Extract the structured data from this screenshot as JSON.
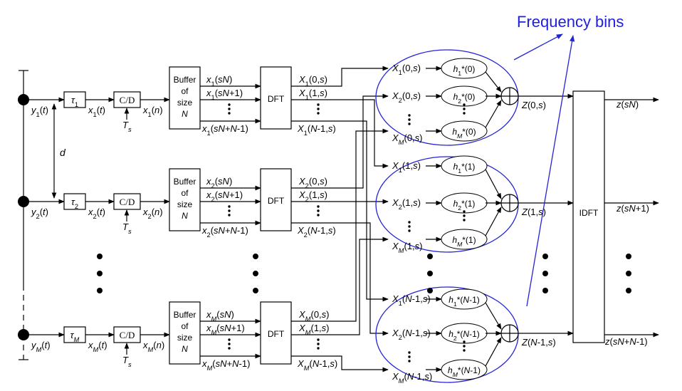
{
  "annotation": "Frequency bins",
  "sensor_labels": [
    "y1(t)",
    "y2(t)",
    "yM(t)"
  ],
  "delay_labels": [
    "τ1",
    "τ2",
    "τM"
  ],
  "spacing_label": "d",
  "cd_label": "C/D",
  "ts_label": "Ts",
  "buffer_lines": [
    "Buffer",
    "of",
    "size",
    "N"
  ],
  "dft_label": "DFT",
  "idft_label": "IDFT",
  "rows": [
    {
      "x_t": "x1(t)",
      "x_n": "x1(n)",
      "buf_out": [
        "x1(sN)",
        "x1(sN+1)",
        "x1(sN+N-1)"
      ],
      "dft_out": [
        "X1(0,s)",
        "X1(1,s)",
        "X1(N-1,s)"
      ]
    },
    {
      "x_t": "x2(t)",
      "x_n": "x2(n)",
      "buf_out": [
        "x2(sN)",
        "x2(sN+1)",
        "x2(sN+N-1)"
      ],
      "dft_out": [
        "X2(0,s)",
        "X2(1,s)",
        "X2(N-1,s)"
      ]
    },
    {
      "x_t": "xM(t)",
      "x_n": "xM(n)",
      "buf_out": [
        "xM(sN)",
        "xM(sN+1)",
        "xM(sN+N-1)"
      ],
      "dft_out": [
        "XM(0,s)",
        "XM(1,s)",
        "XM(N-1,s)"
      ]
    }
  ],
  "bins": [
    {
      "inputs": [
        "X1(0,s)",
        "X2(0,s)",
        "XM(0,s)"
      ],
      "weights": [
        "h1*(0)",
        "h2*(0)",
        "hM*(0)"
      ],
      "sum_out": "Z(0,s)"
    },
    {
      "inputs": [
        "X1(1,s)",
        "X2(1,s)",
        "XM(1,s)"
      ],
      "weights": [
        "h1*(1)",
        "h2*(1)",
        "hM*(1)"
      ],
      "sum_out": "Z(1,s)"
    },
    {
      "inputs": [
        "X1(N-1,s)",
        "X2(N-1,s)",
        "XM(N-1,s)"
      ],
      "weights": [
        "h1*(N-1)",
        "h2*(N-1)",
        "hM*(N-1)"
      ],
      "sum_out": "Z(N-1,s)"
    }
  ],
  "outputs": [
    "z(sN)",
    "z(sN+1)",
    "z(sN+N-1)"
  ]
}
